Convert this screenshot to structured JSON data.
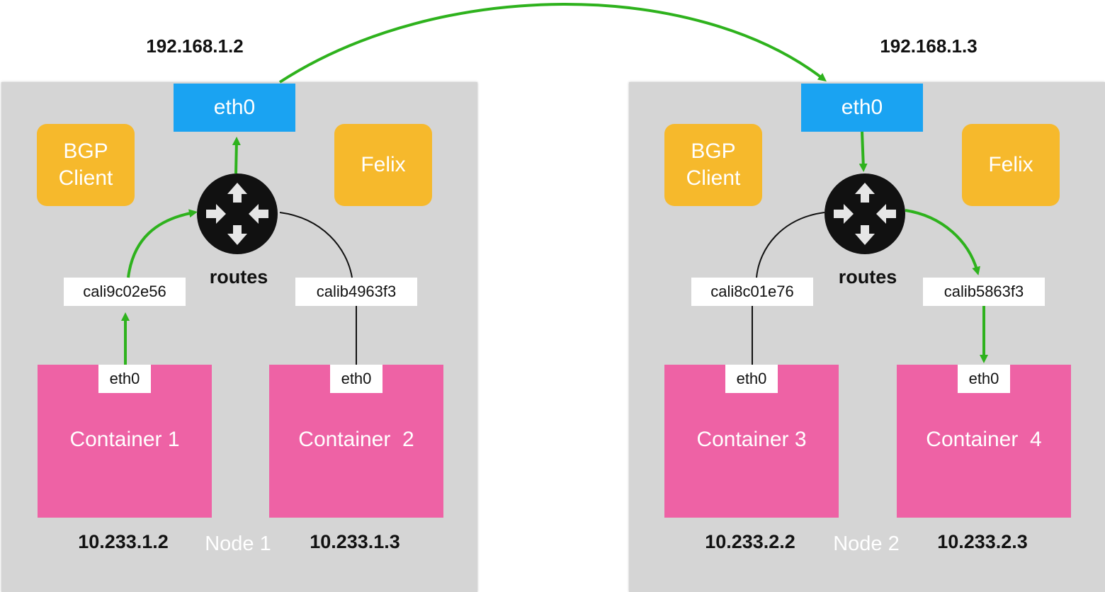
{
  "nodes": [
    {
      "host_ip": "192.168.1.2",
      "eth_label": "eth0",
      "bgp_label_line1": "BGP",
      "bgp_label_line2": "Client",
      "felix_label": "Felix",
      "routes_label": "routes",
      "left_iface": "cali9c02e56",
      "right_iface": "calib4963f3",
      "containers": [
        {
          "name": "Container 1",
          "eth": "eth0",
          "ip": "10.233.1.2"
        },
        {
          "name": "Container  2",
          "eth": "eth0",
          "ip": "10.233.1.3"
        }
      ],
      "node_label": "Node 1"
    },
    {
      "host_ip": "192.168.1.3",
      "eth_label": "eth0",
      "bgp_label_line1": "BGP",
      "bgp_label_line2": "Client",
      "felix_label": "Felix",
      "routes_label": "routes",
      "left_iface": "cali8c01e76",
      "right_iface": "calib5863f3",
      "containers": [
        {
          "name": "Container 3",
          "eth": "eth0",
          "ip": "10.233.2.2"
        },
        {
          "name": "Container  4",
          "eth": "eth0",
          "ip": "10.233.2.3"
        }
      ],
      "node_label": "Node 2"
    }
  ],
  "colors": {
    "node_bg": "#d5d5d5",
    "eth_blue": "#1aa3f2",
    "agent_yellow": "#f6b92c",
    "container_pink": "#ee62a5",
    "flow_green": "#2eb21d",
    "router_black": "#111111"
  }
}
